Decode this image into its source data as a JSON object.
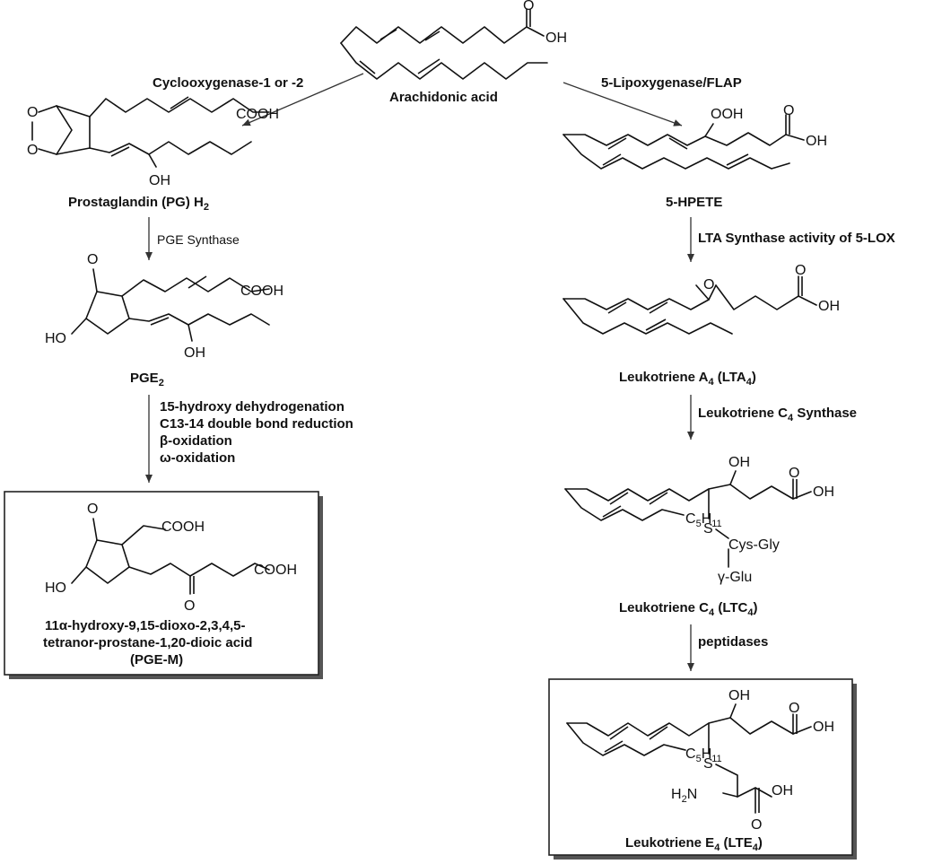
{
  "compounds": {
    "arachidonic_acid": "Arachidonic acid",
    "pgh2_prefix": "Prostaglandin (PG) H",
    "pgh2_sub": "2",
    "pge2_prefix": "PGE",
    "pge2_sub": "2",
    "pgem_line1": "11α-hydroxy-9,15-dioxo-2,3,4,5-",
    "pgem_line2": "tetranor-prostane-1,20-dioic acid",
    "pgem_line3": "(PGE-M)",
    "hpete": "5-HPETE",
    "lta4": {
      "a": "Leukotriene A",
      "b": "4",
      "c": " (LTA",
      "d": "4",
      "e": ")"
    },
    "ltc4": {
      "a": "Leukotriene C",
      "b": "4",
      "c": " (LTC",
      "d": "4",
      "e": ")"
    },
    "lte4": {
      "a": "Leukotriene E",
      "b": "4",
      "c": " (LTE",
      "d": "4",
      "e": ")"
    }
  },
  "enzymes": {
    "cox": "Cyclooxygenase-1 or -2",
    "lox": "5-Lipoxygenase/FLAP",
    "pge_synthase": "PGE Synthase",
    "metab_1": "15-hydroxy dehydrogenation",
    "metab_2": "C13-14 double bond reduction",
    "metab_3": "β-oxidation",
    "metab_4": "ω-oxidation",
    "lta_synthase": "LTA Synthase activity of 5-LOX",
    "ltc4s": {
      "a": "Leukotriene C",
      "b": "4",
      "c": " Synthase"
    },
    "peptidases": "peptidases"
  },
  "atoms": {
    "oh": "OH",
    "ho": "HO",
    "ooh": "OOH",
    "cooh": "COOH",
    "o": "O",
    "s": "S",
    "c5h11": "C",
    "c5h11_sub": "5",
    "c5h11_h": "H",
    "c5h11_sub2": "11",
    "cys_gly": "Cys-Gly",
    "gamma_glu": "γ-Glu",
    "h2n": "H",
    "h2n_sub": "2",
    "h2n_n": "N"
  }
}
